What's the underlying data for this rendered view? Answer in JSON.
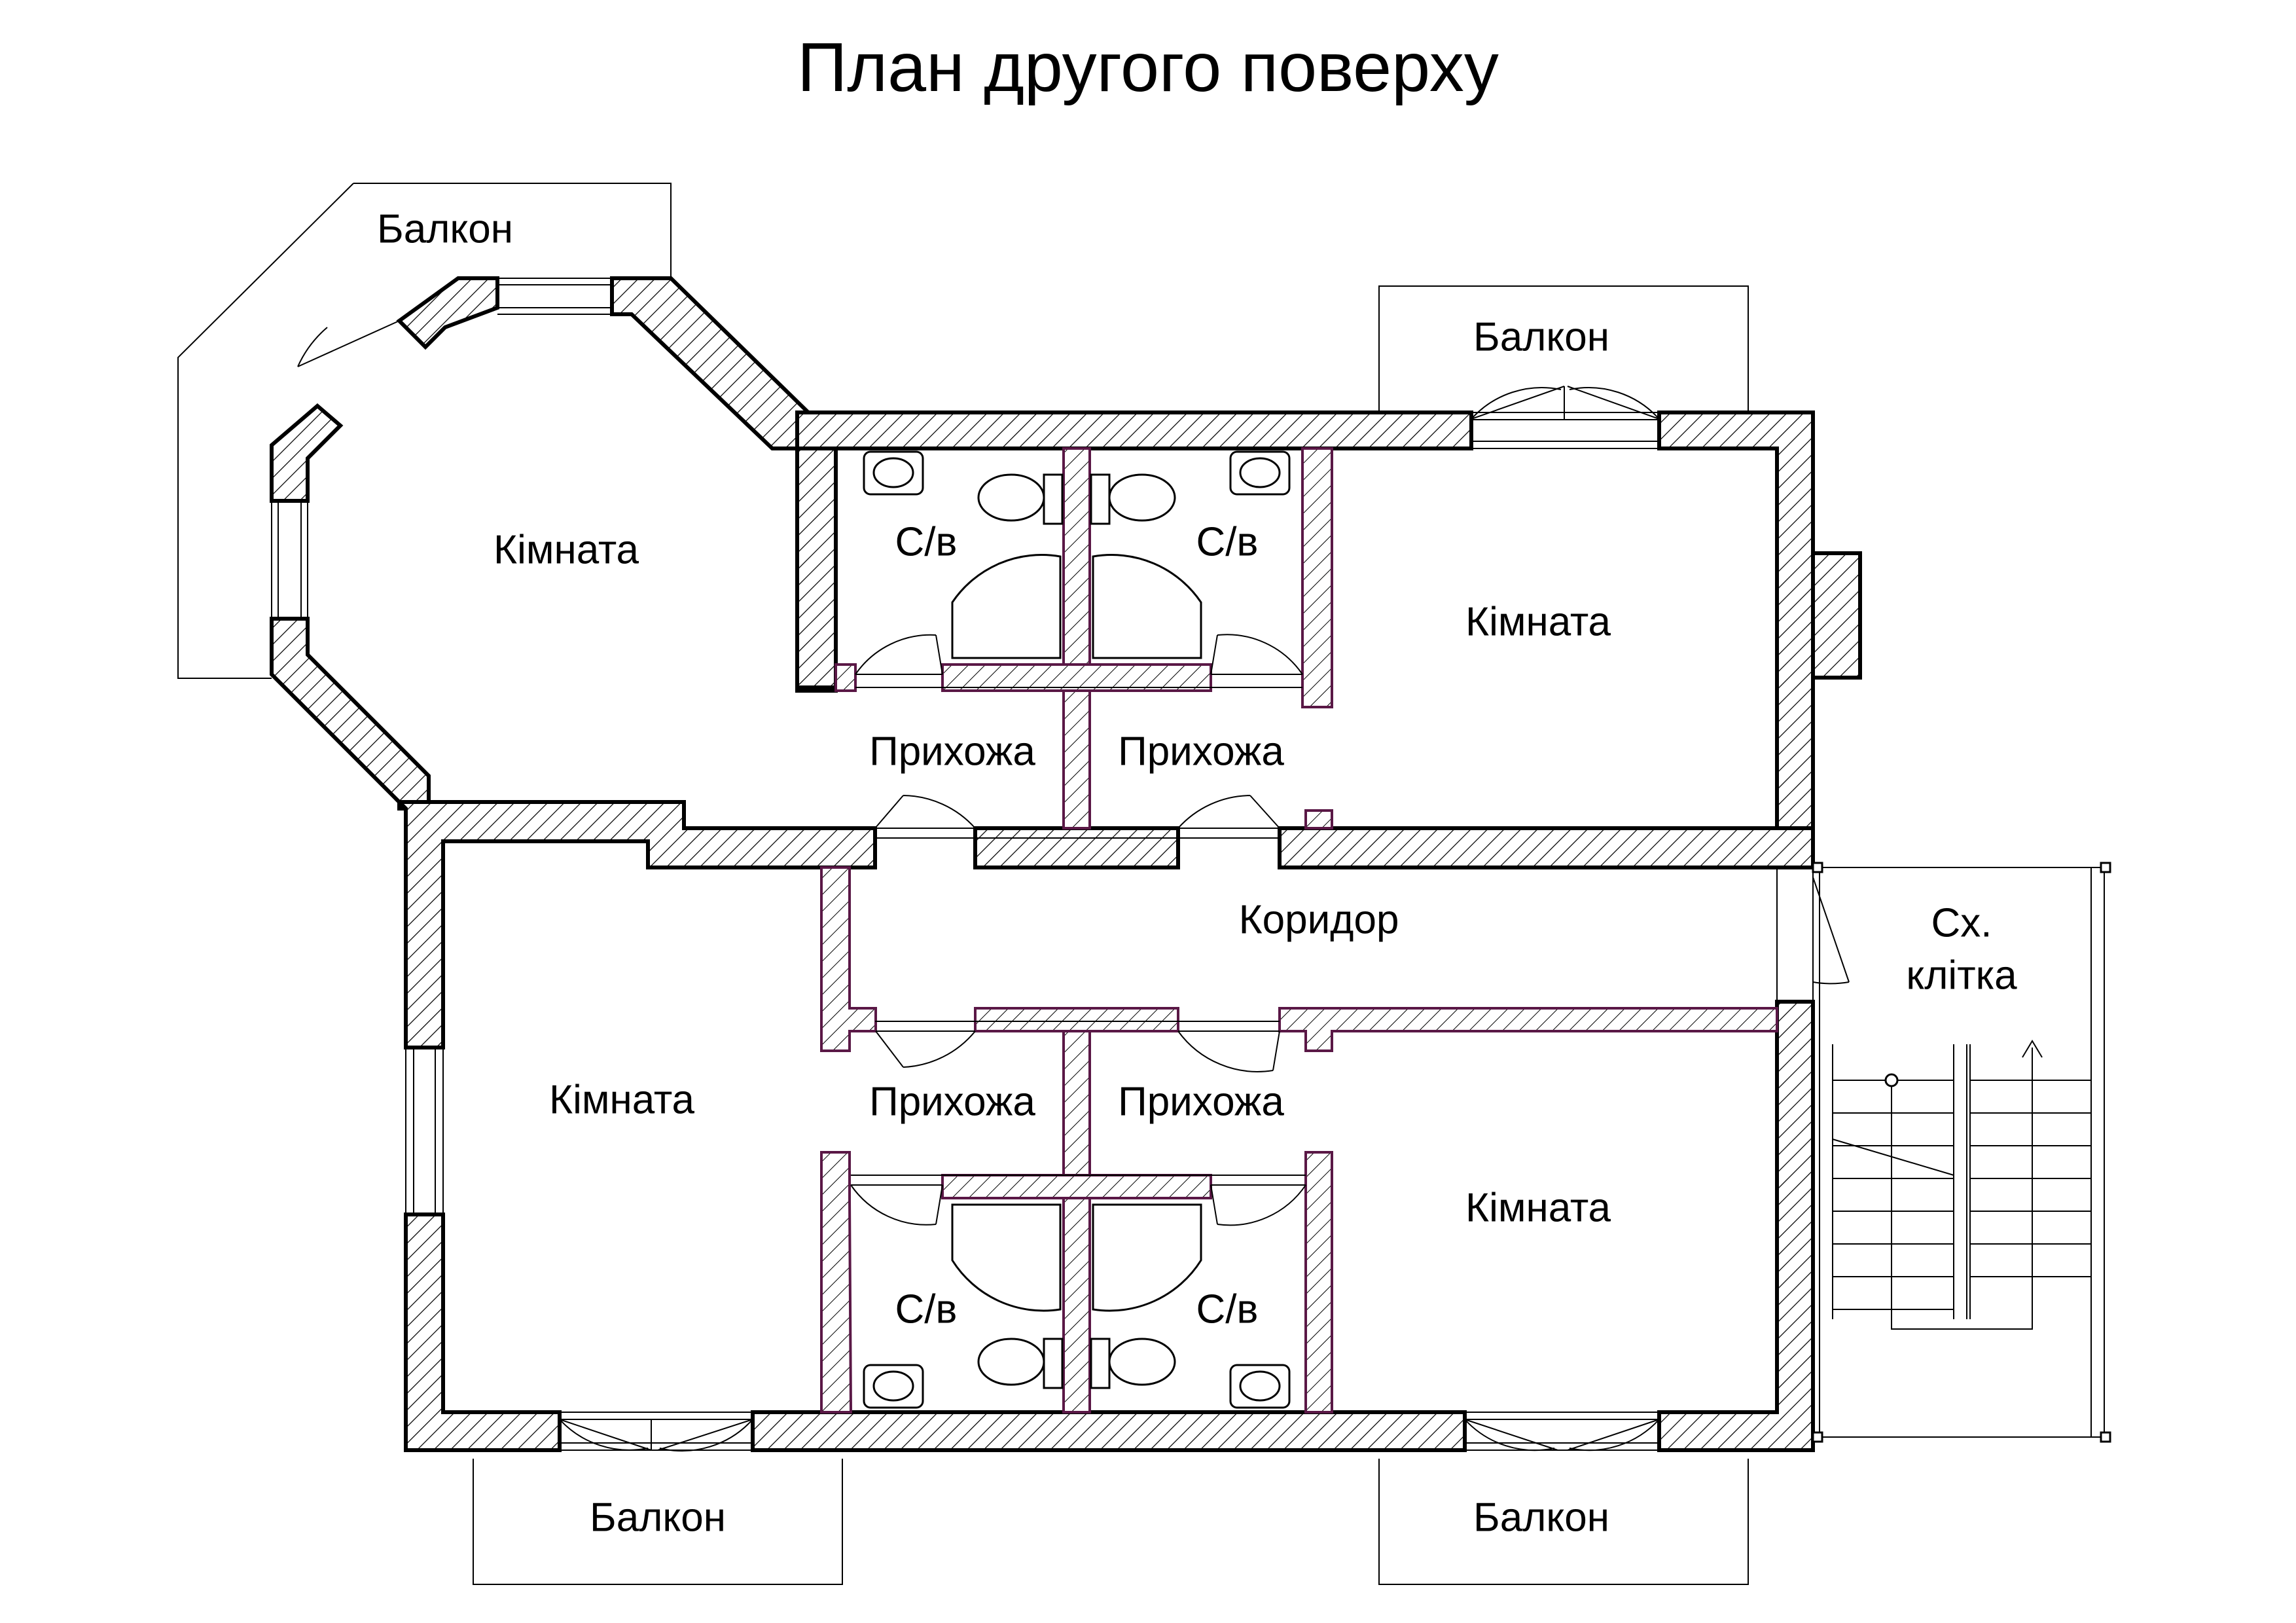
{
  "title": "План другого поверху",
  "rooms": [
    {
      "id": "room-octagon",
      "label": "Кімната"
    },
    {
      "id": "room-top-right",
      "label": "Кімната"
    },
    {
      "id": "room-bottom-left",
      "label": "Кімната"
    },
    {
      "id": "room-bottom-right",
      "label": "Кімната"
    },
    {
      "id": "wc-top-left",
      "label": "С/в"
    },
    {
      "id": "wc-top-right",
      "label": "С/в"
    },
    {
      "id": "wc-bottom-left",
      "label": "С/в"
    },
    {
      "id": "wc-bottom-right",
      "label": "С/в"
    },
    {
      "id": "hall-top-left",
      "label": "Прихожа"
    },
    {
      "id": "hall-top-right",
      "label": "Прихожа"
    },
    {
      "id": "hall-bottom-left",
      "label": "Прихожа"
    },
    {
      "id": "hall-bottom-right",
      "label": "Прихожа"
    },
    {
      "id": "corridor",
      "label": "Коридор"
    },
    {
      "id": "stairwell-line1",
      "label": "Сх."
    },
    {
      "id": "stairwell-line2",
      "label": "клітка"
    },
    {
      "id": "balcony-top-left",
      "label": "Балкон"
    },
    {
      "id": "balcony-top-right",
      "label": "Балкон"
    },
    {
      "id": "balcony-bottom-left",
      "label": "Балкон"
    },
    {
      "id": "balcony-bottom-right",
      "label": "Балкон"
    }
  ],
  "colors": {
    "wall_stroke": "#000000",
    "partition_stroke": "#5a1846",
    "background": "#ffffff"
  }
}
